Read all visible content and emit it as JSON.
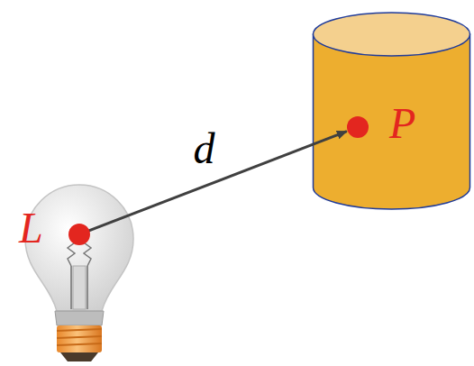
{
  "diagram": {
    "nodes": [
      {
        "text": [
          "L"
        ]
      },
      {
        "text": [
          "P"
        ]
      }
    ],
    "edges": [
      {
        "from": 0,
        "to": 1,
        "label": "d",
        "arrow": "to"
      }
    ]
  }
}
